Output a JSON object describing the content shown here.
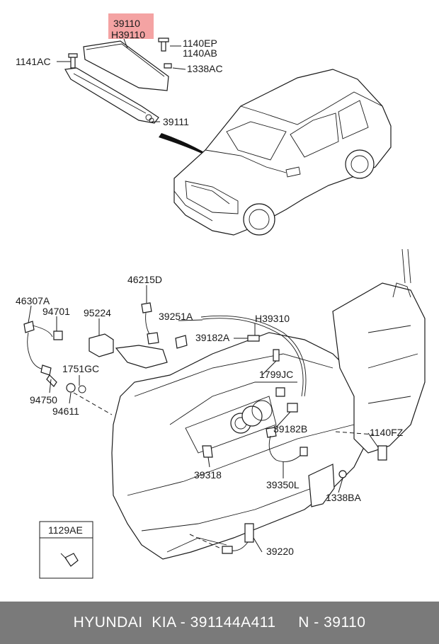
{
  "diagram": {
    "highlight_color": "#f4a3a3",
    "labels": {
      "p39110": "39110",
      "h39110": "H39110",
      "p1140ep": "1140EP",
      "p1140ab": "1140AB",
      "p1141ac": "1141AC",
      "p1338ac": "1338AC",
      "p39111": "39111",
      "p46215d": "46215D",
      "p46307a": "46307A",
      "p94701": "94701",
      "p95224": "95224",
      "p39251a": "39251A",
      "h39310": "H39310",
      "p39182a": "39182A",
      "p1751gc": "1751GC",
      "p1799jc": "1799JC",
      "p94750": "94750",
      "p94611": "94611",
      "p39182b": "39182B",
      "p1140fz": "1140FZ",
      "p39318": "39318",
      "p39350l": "39350L",
      "p1338ba": "1338BA",
      "p1129ae": "1129AE",
      "p39220": "39220"
    }
  },
  "footer": {
    "text": "HYUNDAI  KIA - 391144A411     N - 39110"
  }
}
